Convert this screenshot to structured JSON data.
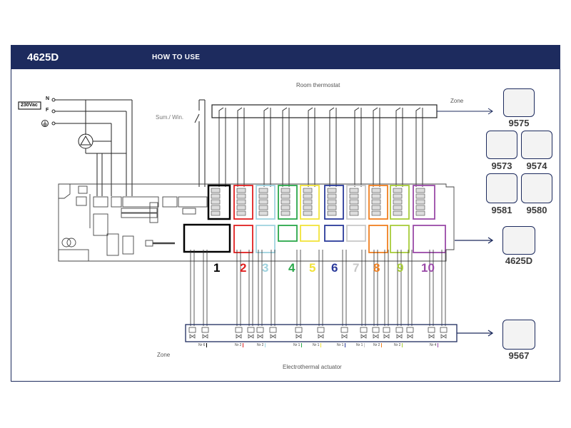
{
  "header": {
    "model": "4625D",
    "section": "HOW TO USE"
  },
  "diagram": {
    "room_thermostat_label": "Room thermostat",
    "zone_label_top": "Zone",
    "zone_label_bottom": "Zone",
    "actuator_label": "Electrothermal actuator",
    "summer_winter_label": "Sum./ Win.",
    "supply_label": "230Vac",
    "mains_terminals": [
      "N",
      "F"
    ],
    "zones": [
      {
        "number": "1",
        "color": "#000000"
      },
      {
        "number": "2",
        "color": "#e02020"
      },
      {
        "number": "3",
        "color": "#9fd3df"
      },
      {
        "number": "4",
        "color": "#2aa84a"
      },
      {
        "number": "5",
        "color": "#f2e33a"
      },
      {
        "number": "6",
        "color": "#2a3a9a"
      },
      {
        "number": "7",
        "color": "#c8c8c8"
      },
      {
        "number": "8",
        "color": "#f08020"
      },
      {
        "number": "9",
        "color": "#a8cc3a"
      },
      {
        "number": "10",
        "color": "#9a4aa8"
      }
    ],
    "actuator_groups": [
      "Nr 6",
      "Nr 2",
      "Nr 2",
      "Nr 1",
      "Nr 1",
      "Nr 1",
      "Nr 1",
      "Nr 2",
      "Nr 2",
      "Nr 4"
    ]
  },
  "products": {
    "thermostats": [
      "9575",
      "9573",
      "9574",
      "9581",
      "9580"
    ],
    "controller": "4625D",
    "actuator": "9567"
  },
  "colors": {
    "brand": "#1d2b5e"
  }
}
